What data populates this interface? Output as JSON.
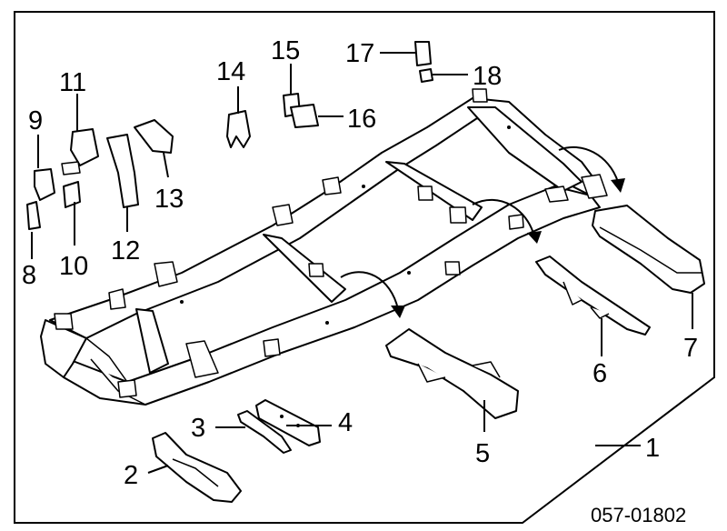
{
  "diagram": {
    "figure_code": "057-01802",
    "callouts": [
      "1",
      "2",
      "3",
      "4",
      "5",
      "6",
      "7",
      "8",
      "9",
      "10",
      "11",
      "12",
      "13",
      "14",
      "15",
      "16",
      "17",
      "18"
    ]
  }
}
